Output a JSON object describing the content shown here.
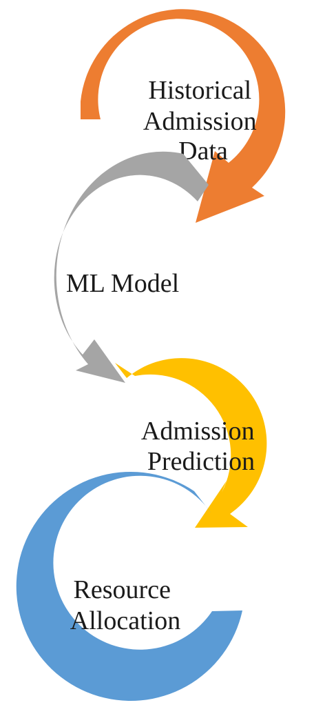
{
  "diagram": {
    "steps": [
      {
        "lines": [
          "Historical",
          "Admission",
          "Data"
        ],
        "color": "#ED7D31"
      },
      {
        "lines": [
          "ML Model"
        ],
        "color": "#A5A5A5"
      },
      {
        "lines": [
          "Admission",
          "Prediction"
        ],
        "color": "#FFC000"
      },
      {
        "lines": [
          "Resource",
          "Allocation"
        ],
        "color": "#5B9BD5"
      }
    ]
  }
}
